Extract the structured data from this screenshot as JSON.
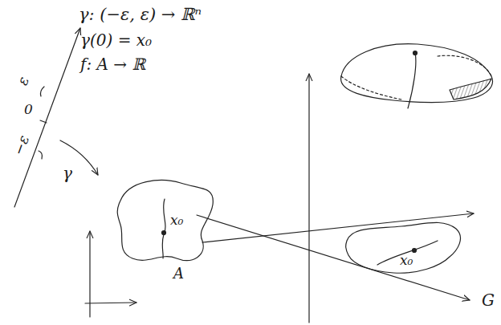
{
  "diagram": {
    "labels": [
      "γ: (−ε, ε) → ℝⁿ",
      "γ(0) = x₀",
      "f: A → ℝ",
      "ε",
      "0",
      "−ε",
      "γ",
      "x₀",
      "A",
      "x₀",
      "G"
    ]
  }
}
